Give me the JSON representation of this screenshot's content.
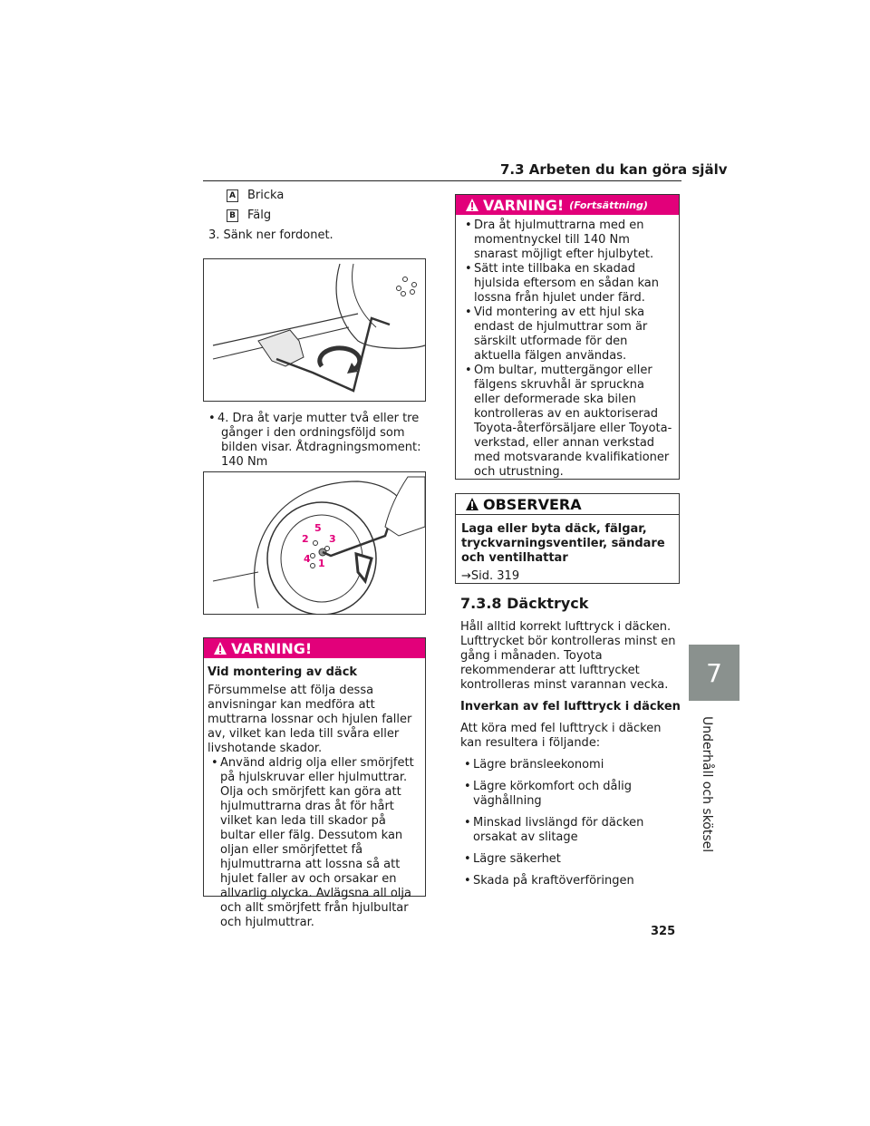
{
  "header": {
    "section_title": "7.3 Arbeten du kan göra själv"
  },
  "side_tab": {
    "chapter_number": "7",
    "chapter_title": "Underhåll och skötsel"
  },
  "page_number": "325",
  "left": {
    "legend": [
      {
        "key": "A",
        "label": "Bricka"
      },
      {
        "key": "B",
        "label": "Fälg"
      }
    ],
    "step3": "3. Sänk ner fordonet.",
    "step4": "4. Dra åt varje mutter två eller tre gånger i den ordningsföljd som bilden visar. Åtdragningsmoment: 140 Nm",
    "wheel_numbers": [
      "1",
      "2",
      "3",
      "4",
      "5"
    ],
    "warning": {
      "title": "VARNING!",
      "subtitle": "Vid montering av däck",
      "intro": "Försummelse att följa dessa anvisningar kan medföra att muttrarna lossnar och hjulen faller av, vilket kan leda till svåra eller livshotande skador.",
      "bullets": [
        "Använd aldrig olja eller smörjfett på hjulskruvar eller hjulmuttrar. Olja och smörjfett kan göra att hjulmuttrarna dras åt för hårt vilket kan leda till skador på bultar eller fälg. Dessutom kan oljan eller smörjfettet få hjulmuttrarna att lossna så att hjulet faller av och orsakar en allvarlig olycka. Avlägsna all olja och allt smörjfett från hjulbultar och hjulmuttrar."
      ]
    }
  },
  "right": {
    "warning_cont": {
      "title": "VARNING!",
      "continued": "(Fortsättning)",
      "bullets": [
        "Dra åt hjulmuttrarna med en momentnyckel till 140 Nm    snarast möjligt efter hjulbytet.",
        "Sätt inte tillbaka en skadad hjulsida eftersom en sådan kan lossna från hjulet under färd.",
        "Vid montering av ett hjul ska endast de hjulmuttrar som är särskilt utformade för den aktuella fälgen användas.",
        "Om bultar, muttergängor eller fälgens skruvhål är spruckna eller deformerade ska bilen kontrolleras av en auktoriserad Toyota-återförsäljare eller Toyota-verkstad, eller annan verkstad med motsvarande kvalifikationer och utrustning."
      ]
    },
    "observera": {
      "title": "OBSERVERA",
      "subtitle": "Laga eller byta däck, fälgar, tryckvarningsventiler, sändare och ventilhattar",
      "ref": "→Sid. 319"
    },
    "section": {
      "heading": "7.3.8  Däcktryck",
      "para1": "Håll alltid korrekt lufttryck i däcken. Lufttrycket bör kontrolleras minst en gång i månaden. Toyota rekommenderar att lufttrycket kontrolleras minst varannan vecka.",
      "subheading": "Inverkan av fel lufttryck i däcken",
      "para2": "Att köra med fel lufttryck i däcken kan resultera i följande:",
      "bullets": [
        "Lägre bränsleekonomi",
        "Lägre körkomfort och dålig väghållning",
        "Minskad livslängd för däcken orsakat av slitage",
        "Lägre säkerhet",
        "Skada på kraftöverföringen"
      ]
    }
  },
  "colors": {
    "warning": "#e2007a",
    "side_tab": "#8a918e"
  }
}
